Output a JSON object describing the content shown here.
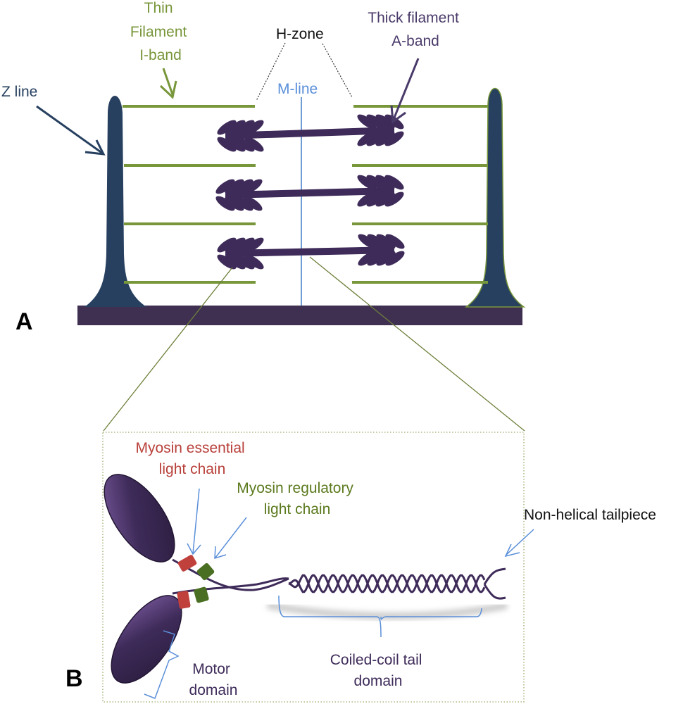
{
  "panels": {
    "a": "A",
    "b": "B"
  },
  "labels": {
    "z_line": "Z line",
    "thin_filament": [
      "Thin",
      "Filament",
      "I-band"
    ],
    "h_zone": "H-zone",
    "m_line": "M-line",
    "thick_filament": [
      "Thick filament",
      "A-band"
    ],
    "essential_light_chain": [
      "Myosin essential",
      "light chain"
    ],
    "regulatory_light_chain": [
      "Myosin regulatory",
      "light chain"
    ],
    "non_helical_tailpiece": "Non-helical tailpiece",
    "motor_domain": [
      "Motor",
      "domain"
    ],
    "coiled_coil": [
      "Coiled-coil tail",
      "domain"
    ]
  },
  "colors": {
    "z_disc": "#27405f",
    "thin_filament": "#78963a",
    "myosin": "#3e2b59",
    "m_line": "#3f7cc7",
    "m_line_text": "#5a8fd9",
    "base_bar": "#3f3052",
    "essential_lc": "#c0403c",
    "regulatory_lc": "#4a6f22",
    "annotation_arrow": "#5a8fd9",
    "thick_label": "#4a3a6a",
    "red_label": "#b8403a",
    "green_label": "#5c7a1e",
    "zoom_lines": "#6d7f3a"
  }
}
